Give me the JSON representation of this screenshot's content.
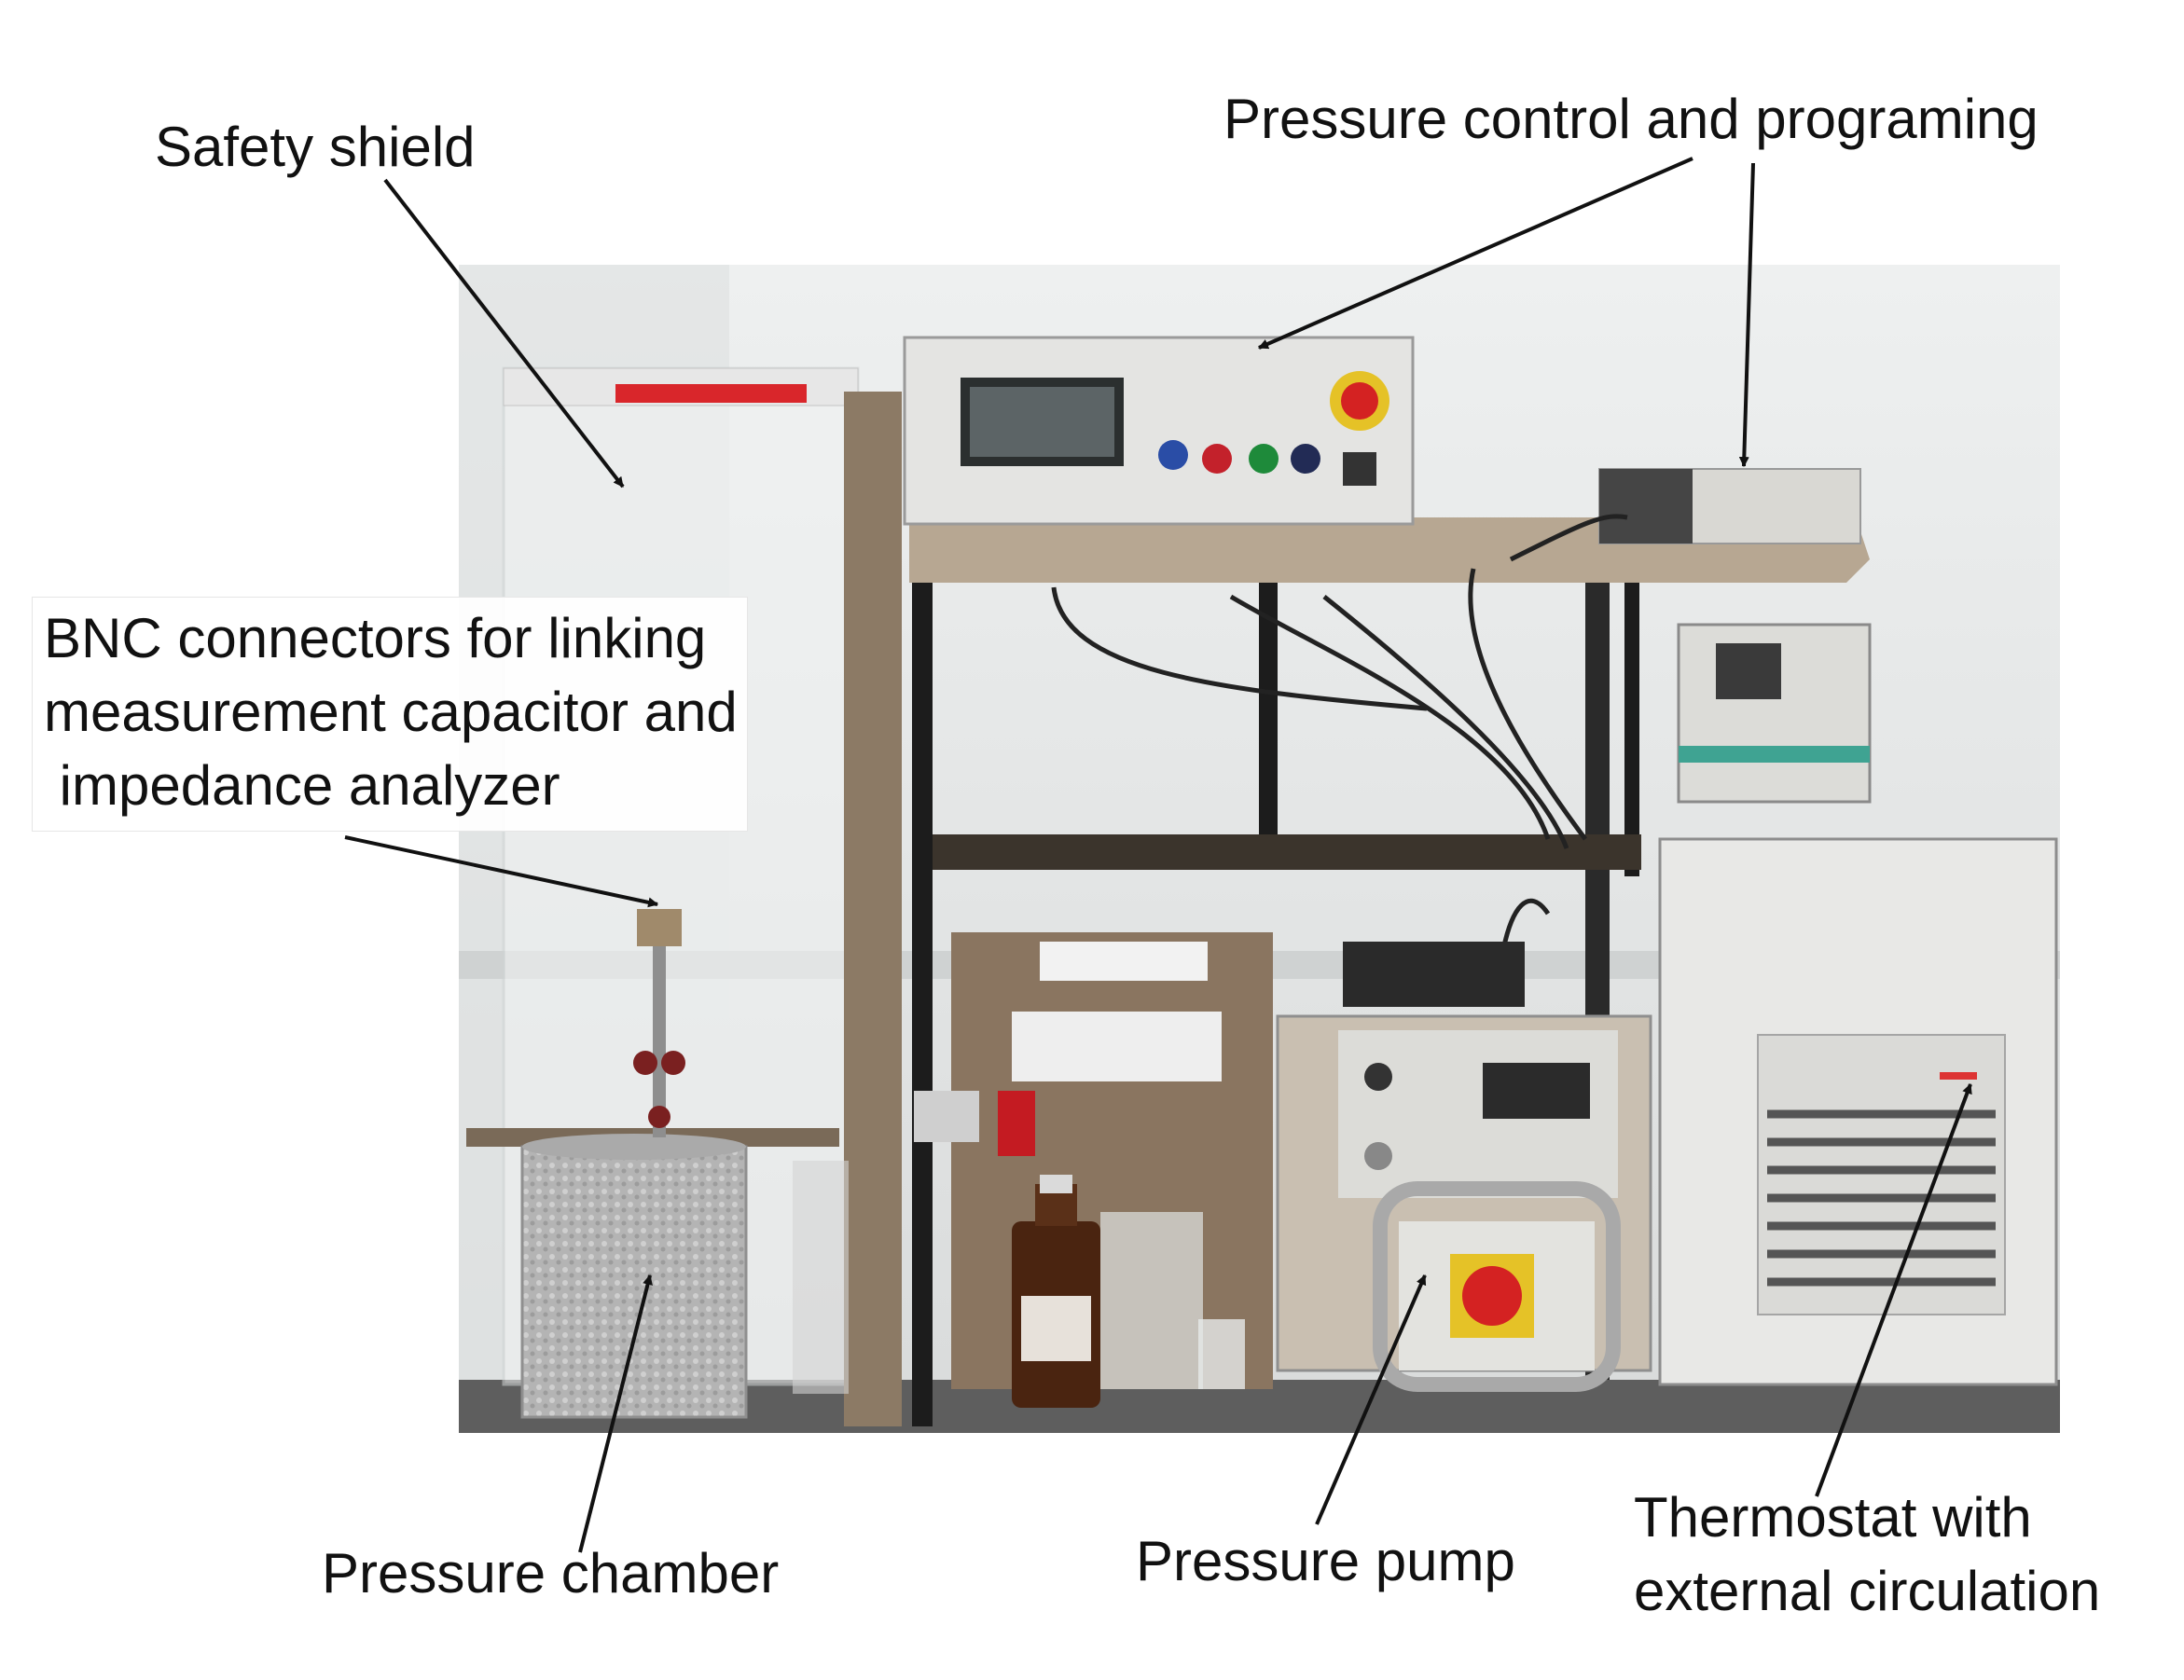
{
  "labels": {
    "safety_shield": "Safety shield",
    "pressure_control": "Pressure control and programing",
    "bnc": [
      "BNC connectors for linking",
      "measurement capacitor and",
      " impedance analyzer"
    ],
    "pressure_chamber": "Pressure chamber",
    "pressure_pump": "Pressure pump",
    "thermostat": [
      "Thermostat with",
      "external circulation"
    ]
  },
  "colors": {
    "wall": "#e9eaea",
    "frame": "#8c7a65",
    "panel": "#e4e4e2",
    "emergency": "#d42222",
    "insulation": "#b8b8b8",
    "thermostat": "#e8e8e6",
    "arrow": "#111111"
  }
}
